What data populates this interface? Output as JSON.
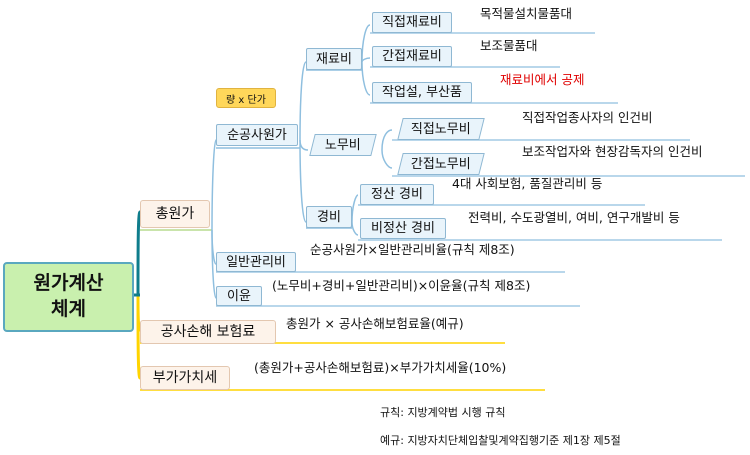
{
  "root": {
    "line1": "원가계산",
    "line2": "체계"
  },
  "total_cost": {
    "label": "총원가",
    "net_cost": {
      "label": "순공사원가",
      "note": "량 x 단가",
      "materials": {
        "label": "재료비",
        "direct": {
          "label": "직접재료비",
          "desc": "목적물설치물품대"
        },
        "indirect": {
          "label": "간접재료비",
          "desc": "보조물품대"
        },
        "byproduct": {
          "label": "작업설, 부산품",
          "desc": "재료비에서 공제"
        }
      },
      "labor": {
        "label": "노무비",
        "direct": {
          "label": "직접노무비",
          "desc": "직접작업종사자의 인건비"
        },
        "indirect": {
          "label": "간접노무비",
          "desc": "보조작업자와 현장감독자의 인건비"
        }
      },
      "expense": {
        "label": "경비",
        "regular": {
          "label": "정산 경비",
          "desc": "4대 사회보험, 품질관리비 등"
        },
        "irregular": {
          "label": "비정산 경비",
          "desc": "전력비, 수도광열비, 여비, 연구개발비 등"
        }
      }
    },
    "overhead": {
      "label": "일반관리비",
      "desc": "순공사원가×일반관리비율(규칙 제8조)"
    },
    "profit": {
      "label": "이윤",
      "desc": "(노무비+경비+일반관리비)×이윤율(규칙 제8조)"
    }
  },
  "insurance": {
    "label": "공사손해 보험료",
    "desc": "총원가 × 공사손해보험료율(예규)"
  },
  "vat": {
    "label": "부가가치세",
    "desc": "(총원가+공사손해보험료)×부가가치세율(10%)"
  },
  "footnotes": {
    "rule": "규칙: 지방계약법 시행 규칙",
    "directive": "예규: 지방자치단체입찰및계약집행기준 제1장 제5절"
  },
  "colors": {
    "teal": "#0f7d8c",
    "yellow": "#ffd400",
    "green": "#b7db8f",
    "blue": "#8fbfdf",
    "root_fill": "#c9f0ae"
  }
}
